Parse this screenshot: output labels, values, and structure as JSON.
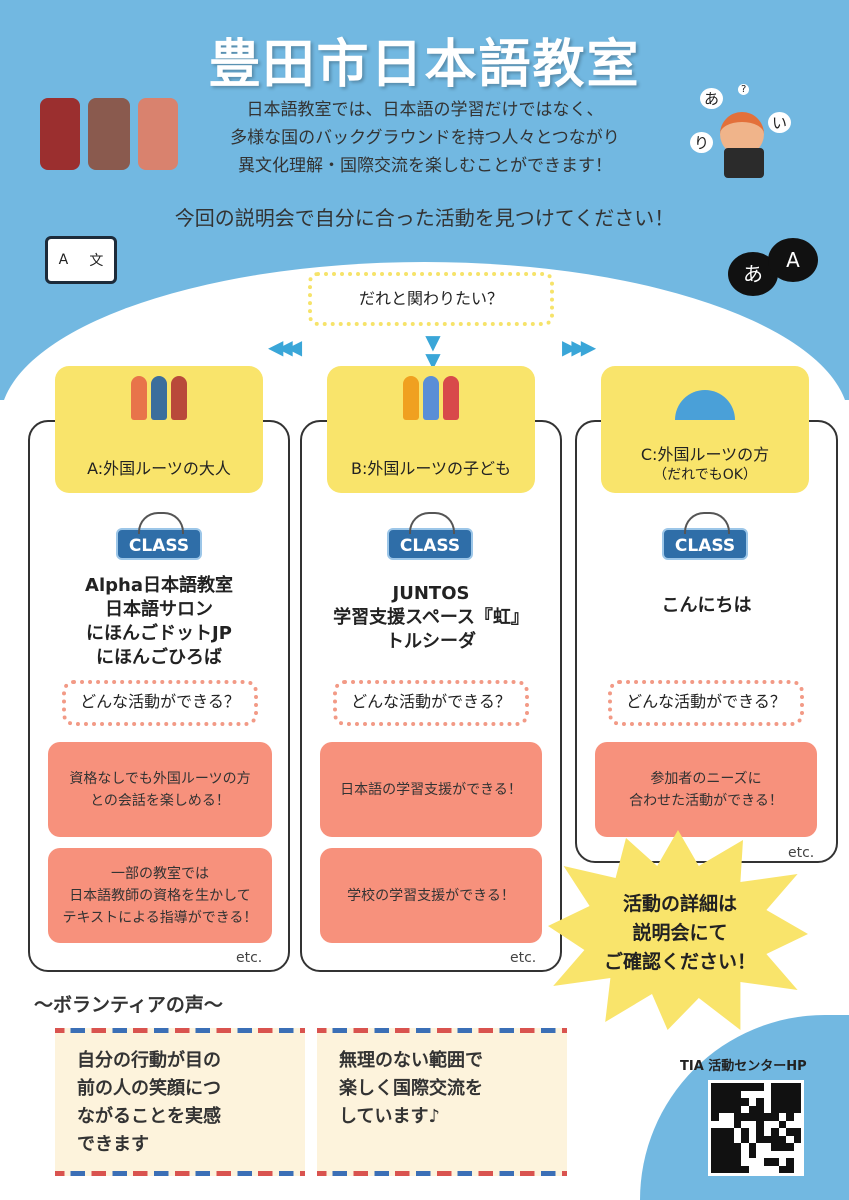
{
  "title": "豊田市日本語教室",
  "intro": [
    "日本語教室では、日本語の学習だけではなく、",
    "多様な国のバックグラウンドを持つ人々とつながり",
    "異文化理解・国際交流を楽しむことができます！"
  ],
  "lead": "今回の説明会で自分に合った活動を見つけてください！",
  "book_icon": {
    "left": "A",
    "right": "文"
  },
  "bubble_icon": {
    "left": "あ",
    "right": "A"
  },
  "kid_bubbles": [
    "あ",
    "?",
    "い",
    "り"
  ],
  "callout": "だれと関わりたい？",
  "sign_label": "CLASS",
  "question": "どんな活動ができる？",
  "etc": "etc.",
  "columns": [
    {
      "header": "A:外国ルーツの大人",
      "header2": "",
      "names": [
        "Alpha日本語教室",
        "日本語サロン",
        "にほんごドットJP",
        "にほんごひろば"
      ],
      "activities": [
        "資格なしでも外国ルーツの方\nとの会話を楽しめる！",
        "一部の教室では\n日本語教師の資格を生かして\nテキストによる指導ができる！"
      ]
    },
    {
      "header": "B:外国ルーツの子ども",
      "header2": "",
      "names": [
        "JUNTOS",
        "学習支援スペース『虹』",
        "トルシーダ"
      ],
      "activities": [
        "日本語の学習支援ができる！",
        "学校の学習支援ができる！"
      ]
    },
    {
      "header": "C:外国ルーツの方",
      "header2": "（だれでもOK）",
      "names": [
        "こんにちは"
      ],
      "activities": [
        "参加者のニーズに\n合わせた活動ができる！"
      ]
    }
  ],
  "star_text": [
    "活動の詳細は",
    "説明会にて",
    "ご確認ください！"
  ],
  "voices": {
    "title": "～ボランティアの声～",
    "items": [
      "自分の行動が目の\n前の人の笑顔につ\nながることを実感\nできます",
      "無理のない範囲で\n楽しく国際交流を\nしています♪"
    ]
  },
  "qr_label": "TIA 活動センターHP",
  "colors": {
    "sky": "#72b8e1",
    "yellow": "#f9e46b",
    "salmon": "#f7917c",
    "navy": "#2f6ea8"
  }
}
